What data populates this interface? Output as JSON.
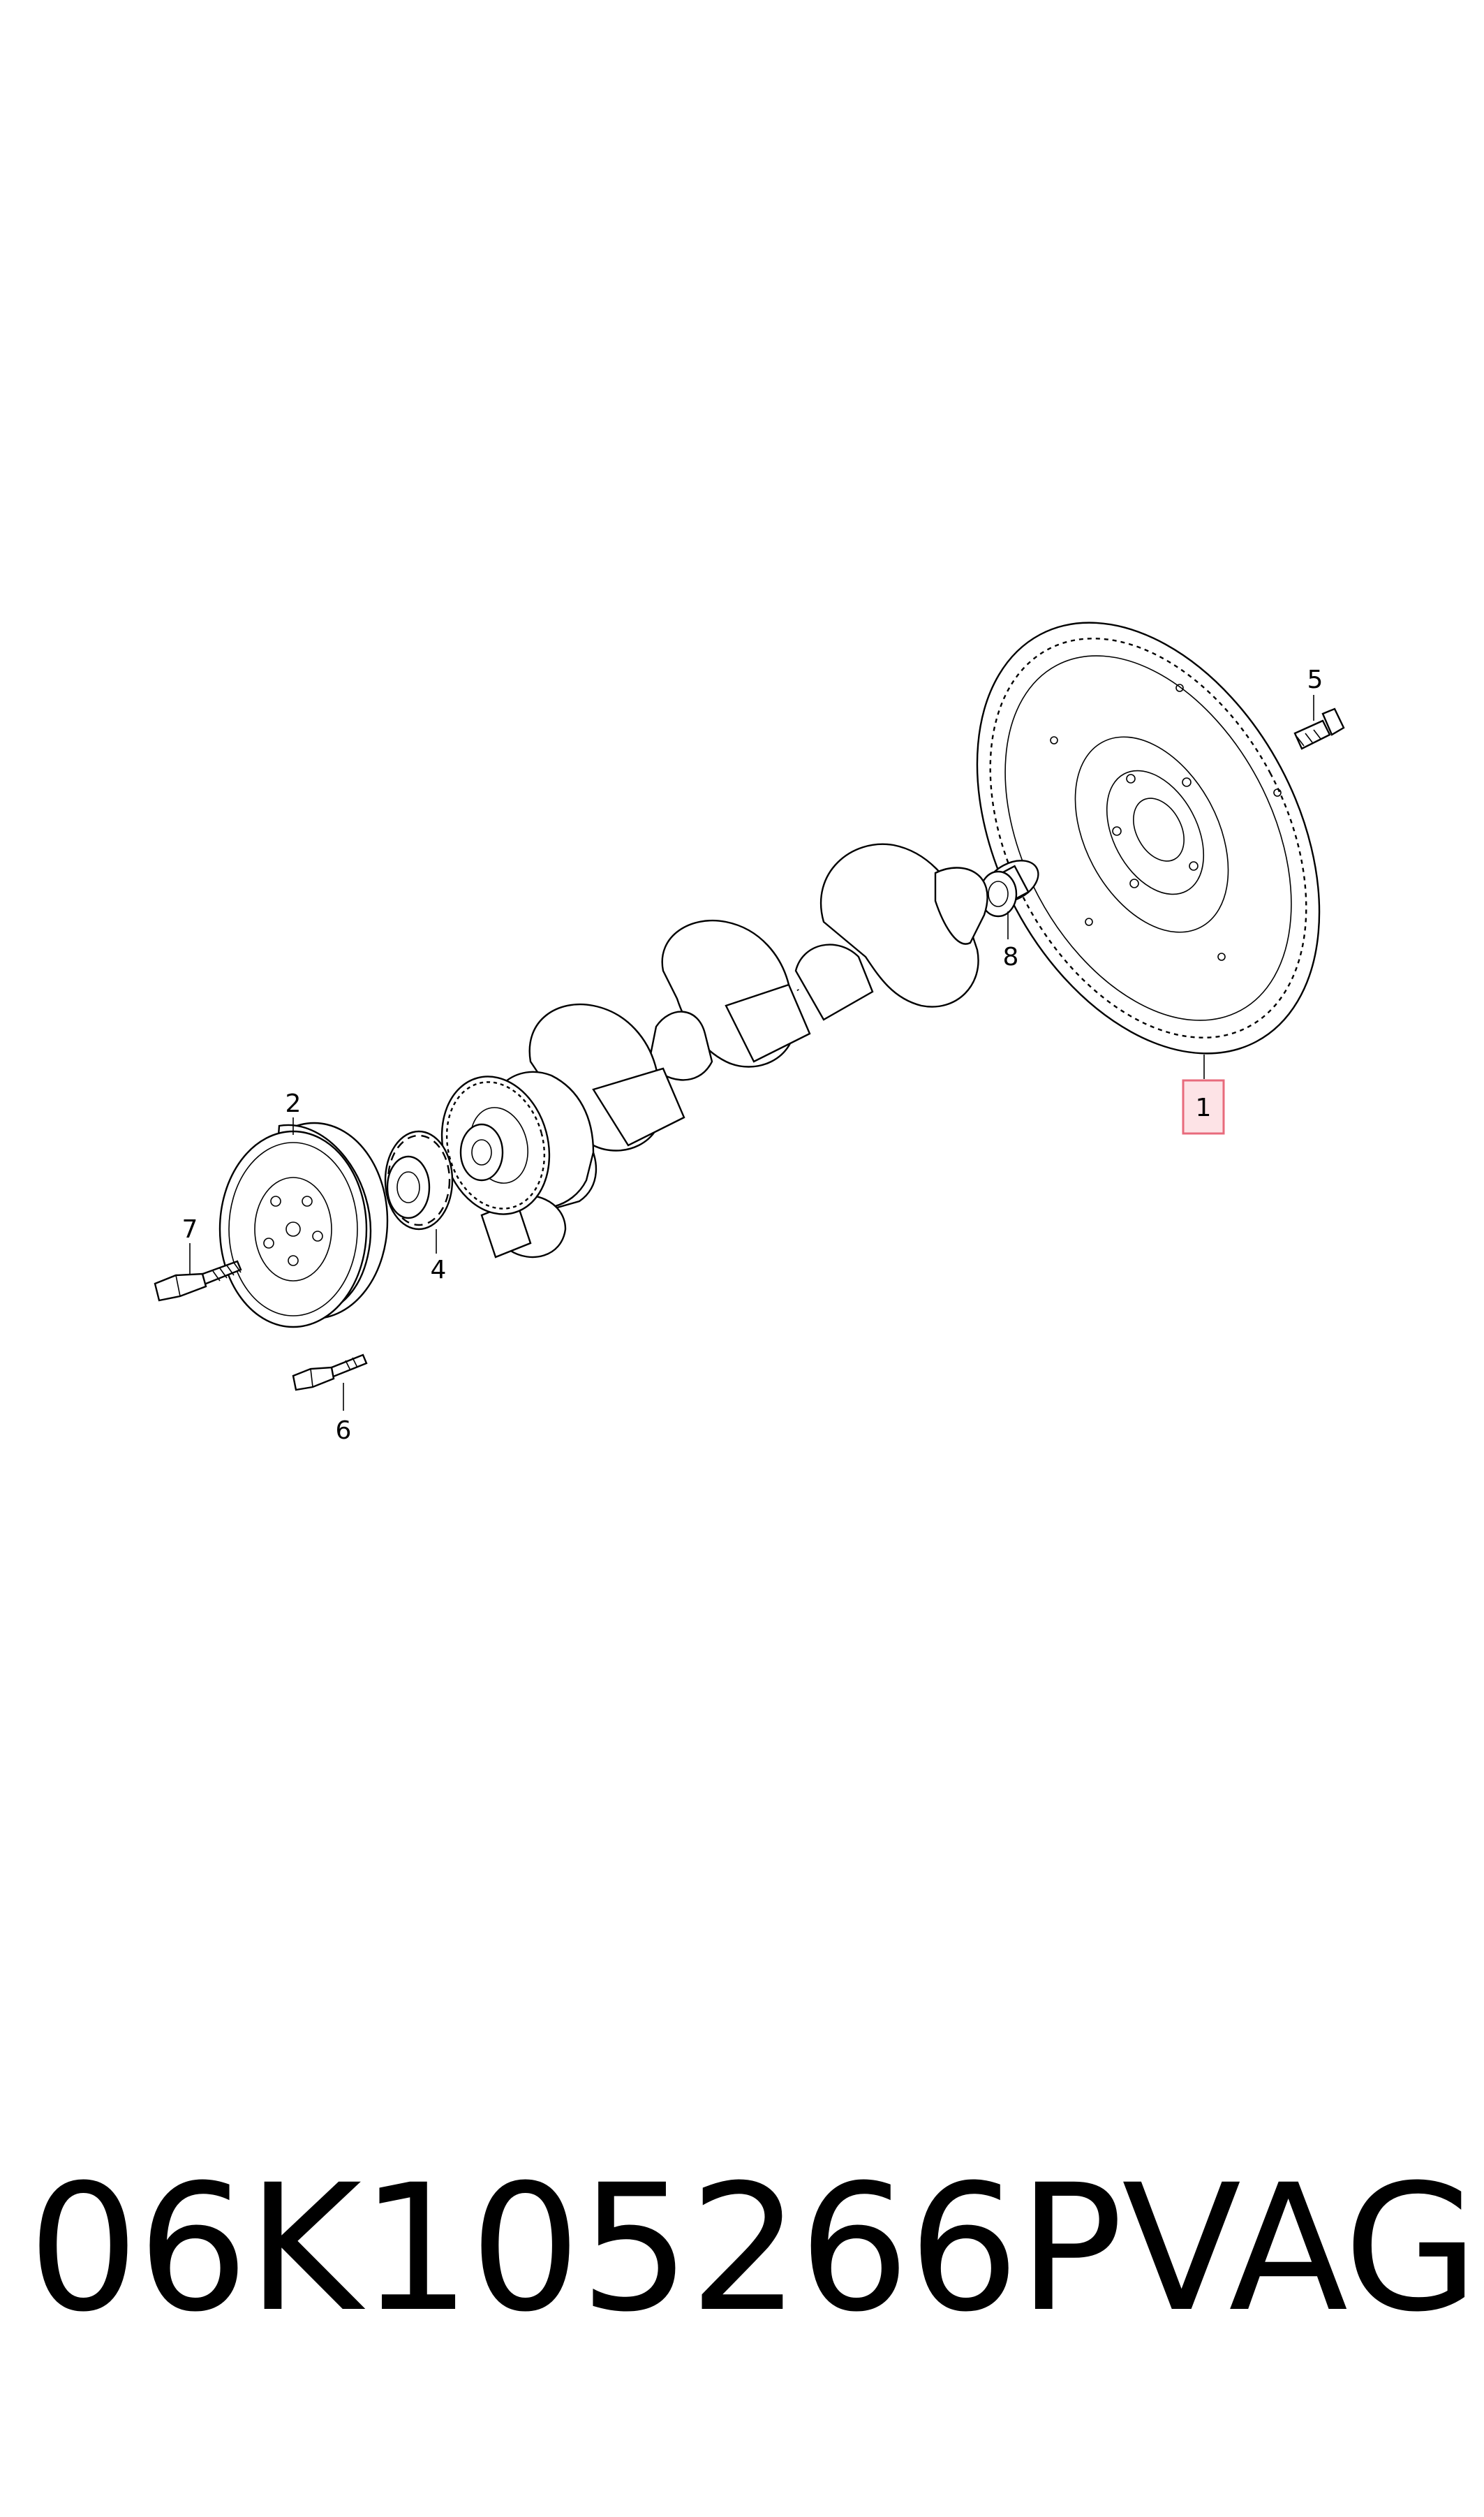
{
  "diagram": {
    "callouts": [
      {
        "id": "1",
        "label": "1",
        "highlighted": true
      },
      {
        "id": "2",
        "label": "2"
      },
      {
        "id": "4",
        "label": "4"
      },
      {
        "id": "5",
        "label": "5"
      },
      {
        "id": "6",
        "label": "6"
      },
      {
        "id": "7",
        "label": "7"
      },
      {
        "id": "8",
        "label": "8"
      }
    ],
    "highlight_color": "#e86b7c"
  },
  "footer": {
    "part_number": "06K105266P",
    "brand": "VAG"
  }
}
